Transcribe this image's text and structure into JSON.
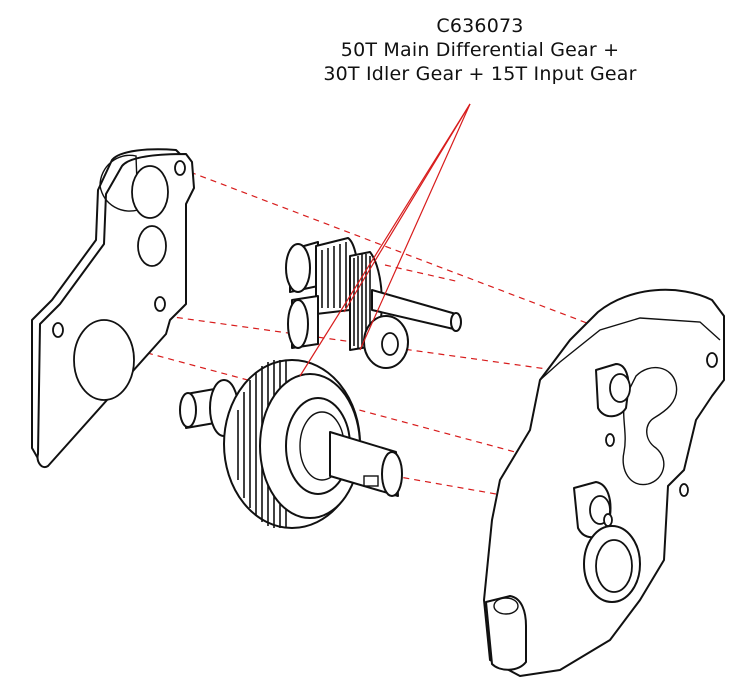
{
  "caption": {
    "part_number": "C636073",
    "line1": "50T Main Differential Gear +",
    "line2": "30T Idler Gear + 15T Input Gear"
  },
  "colors": {
    "leader": "#d81c1c",
    "guide": "#d81c1c",
    "line": "#111111",
    "fill": "#ffffff"
  },
  "parts": {
    "left_plate": "left-gearbox-plate",
    "right_case": "right-gearbox-case",
    "gear_50t": "50T main differential gear",
    "gear_30t": "30T idler gear",
    "gear_15t": "15T input gear"
  }
}
